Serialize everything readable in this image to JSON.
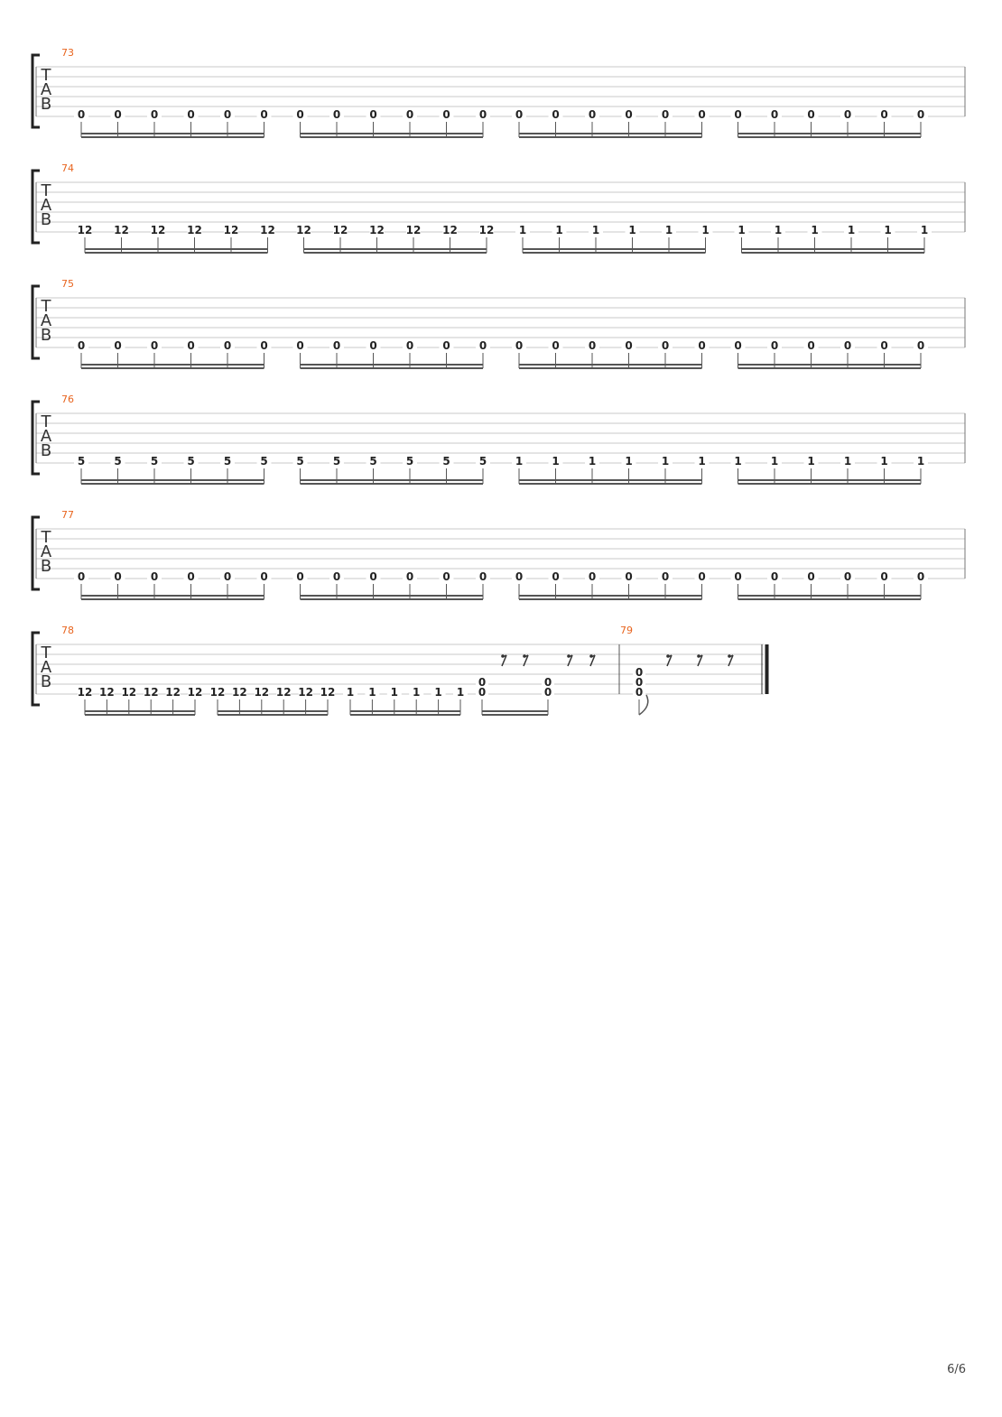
{
  "page": {
    "number_label": "6/6"
  },
  "tab_label": [
    "T",
    "A",
    "B"
  ],
  "measures": [
    {
      "number": "73",
      "groups": [
        {
          "string": 6,
          "frets": [
            "0",
            "0",
            "0",
            "0",
            "0",
            "0"
          ]
        },
        {
          "string": 6,
          "frets": [
            "0",
            "0",
            "0",
            "0",
            "0",
            "0"
          ]
        },
        {
          "string": 6,
          "frets": [
            "0",
            "0",
            "0",
            "0",
            "0",
            "0"
          ]
        },
        {
          "string": 6,
          "frets": [
            "0",
            "0",
            "0",
            "0",
            "0",
            "0"
          ]
        }
      ]
    },
    {
      "number": "74",
      "groups": [
        {
          "string": 6,
          "frets": [
            "12",
            "12",
            "12",
            "12",
            "12",
            "12"
          ]
        },
        {
          "string": 6,
          "frets": [
            "12",
            "12",
            "12",
            "12",
            "12",
            "12"
          ]
        },
        {
          "string": 6,
          "frets": [
            "1",
            "1",
            "1",
            "1",
            "1",
            "1"
          ]
        },
        {
          "string": 6,
          "frets": [
            "1",
            "1",
            "1",
            "1",
            "1",
            "1"
          ]
        }
      ]
    },
    {
      "number": "75",
      "groups": [
        {
          "string": 6,
          "frets": [
            "0",
            "0",
            "0",
            "0",
            "0",
            "0"
          ]
        },
        {
          "string": 6,
          "frets": [
            "0",
            "0",
            "0",
            "0",
            "0",
            "0"
          ]
        },
        {
          "string": 6,
          "frets": [
            "0",
            "0",
            "0",
            "0",
            "0",
            "0"
          ]
        },
        {
          "string": 6,
          "frets": [
            "0",
            "0",
            "0",
            "0",
            "0",
            "0"
          ]
        }
      ]
    },
    {
      "number": "76",
      "groups": [
        {
          "string": 6,
          "frets": [
            "5",
            "5",
            "5",
            "5",
            "5",
            "5"
          ]
        },
        {
          "string": 6,
          "frets": [
            "5",
            "5",
            "5",
            "5",
            "5",
            "5"
          ]
        },
        {
          "string": 6,
          "frets": [
            "1",
            "1",
            "1",
            "1",
            "1",
            "1"
          ]
        },
        {
          "string": 6,
          "frets": [
            "1",
            "1",
            "1",
            "1",
            "1",
            "1"
          ]
        }
      ]
    },
    {
      "number": "77",
      "groups": [
        {
          "string": 6,
          "frets": [
            "0",
            "0",
            "0",
            "0",
            "0",
            "0"
          ]
        },
        {
          "string": 6,
          "frets": [
            "0",
            "0",
            "0",
            "0",
            "0",
            "0"
          ]
        },
        {
          "string": 6,
          "frets": [
            "0",
            "0",
            "0",
            "0",
            "0",
            "0"
          ]
        },
        {
          "string": 6,
          "frets": [
            "0",
            "0",
            "0",
            "0",
            "0",
            "0"
          ]
        }
      ]
    },
    {
      "number": "78",
      "groups": [
        {
          "string": 6,
          "frets": [
            "12",
            "12",
            "12",
            "12",
            "12",
            "12"
          ]
        },
        {
          "string": 6,
          "frets": [
            "12",
            "12",
            "12",
            "12",
            "12",
            "12"
          ]
        },
        {
          "string": 6,
          "frets": [
            "1",
            "1",
            "1",
            "1",
            "1",
            "1"
          ]
        }
      ],
      "tail_chords": [
        {
          "frets": [
            "0",
            "0"
          ],
          "strings": [
            5,
            6
          ]
        },
        {
          "frets": [
            "0",
            "0"
          ],
          "strings": [
            5,
            6
          ]
        }
      ]
    },
    {
      "number": "79",
      "final_chord": {
        "frets": [
          "0",
          "0",
          "0"
        ],
        "strings": [
          4,
          5,
          6
        ]
      }
    }
  ]
}
